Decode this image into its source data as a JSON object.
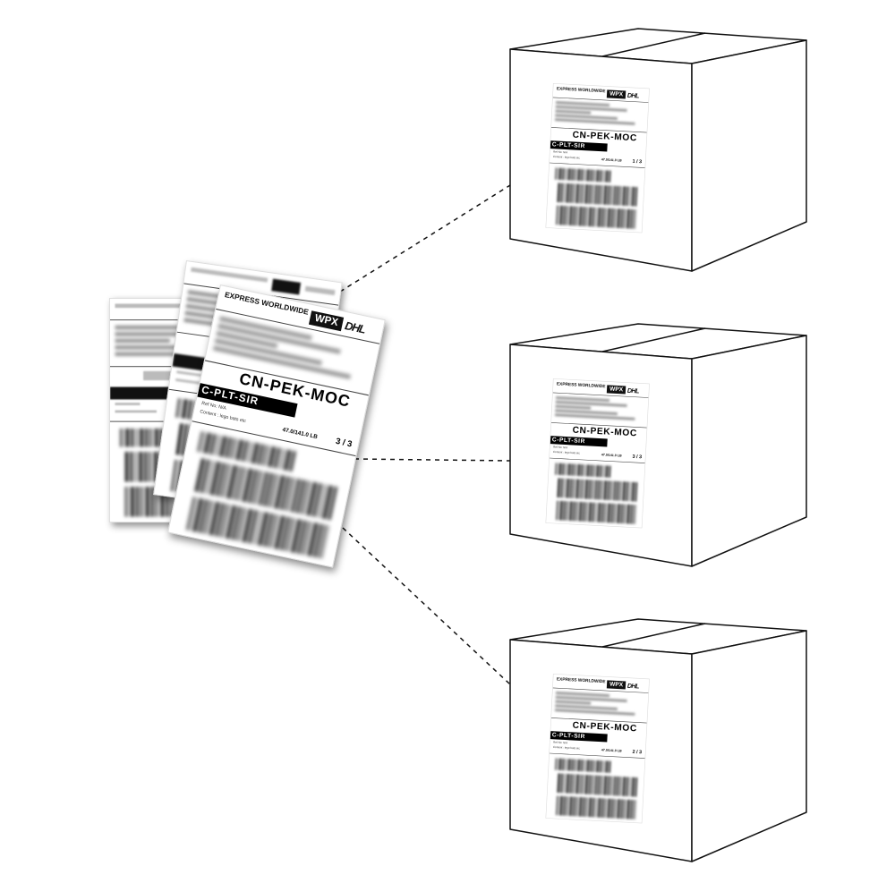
{
  "label": {
    "service": "EXPRESS WORLDWIDE",
    "product_code": "WPX",
    "carrier_logo": "DHL",
    "destination": "CN-PEK-MOC",
    "product_route": "C-PLT-SIR",
    "ref": "Ref No: N/A",
    "content": "Content : lego bats etc",
    "weight": "47.0/141.0 LB"
  },
  "pieces": {
    "stack_front": "3 / 3",
    "box_1": "1 / 3",
    "box_2": "3 / 3",
    "box_3": "2 / 3"
  },
  "colors": {
    "line": "#111111",
    "label_dark": "#000000"
  }
}
